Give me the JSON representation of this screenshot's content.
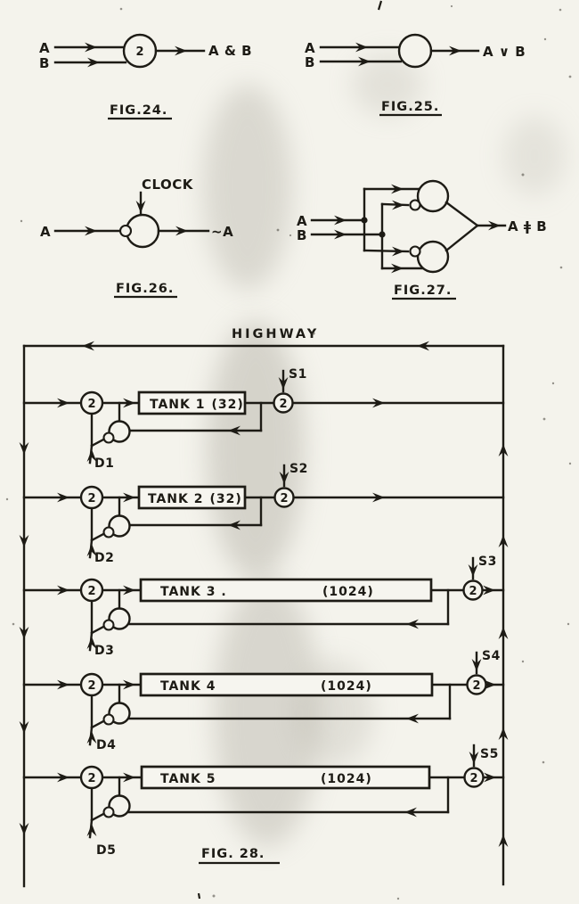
{
  "page": {
    "paper_color": "#f4f3ec",
    "ink_color": "#1d1b15"
  },
  "fig24": {
    "input_a": "A",
    "input_b": "B",
    "gate_label": "2",
    "output_label": "A & B",
    "caption": "FIG.24."
  },
  "fig25": {
    "input_a": "A",
    "input_b": "B",
    "output_label": "A ∨ B",
    "caption": "FIG.25."
  },
  "fig26": {
    "clock_label": "CLOCK",
    "input_label": "A",
    "output_label": "~A",
    "caption": "FIG.26."
  },
  "fig27": {
    "input_a": "A",
    "input_b": "B",
    "output_label": "A ǂ B",
    "caption": "FIG.27."
  },
  "fig28": {
    "highway_label": "HIGHWAY",
    "caption": "FIG. 28.",
    "gate_label": "2",
    "tanks": [
      {
        "name": "TANK 1",
        "size": "(32)",
        "select": "S1",
        "destroy": "D1"
      },
      {
        "name": "TANK 2",
        "size": "(32)",
        "select": "S2",
        "destroy": "D2"
      },
      {
        "name": "TANK 3 .",
        "size": "(1024)",
        "select": "S3",
        "destroy": "D3"
      },
      {
        "name": "TANK 4",
        "size": "(1024)",
        "select": "S4",
        "destroy": "D4"
      },
      {
        "name": "TANK 5",
        "size": "(1024)",
        "select": "S5",
        "destroy": "D5"
      }
    ]
  }
}
